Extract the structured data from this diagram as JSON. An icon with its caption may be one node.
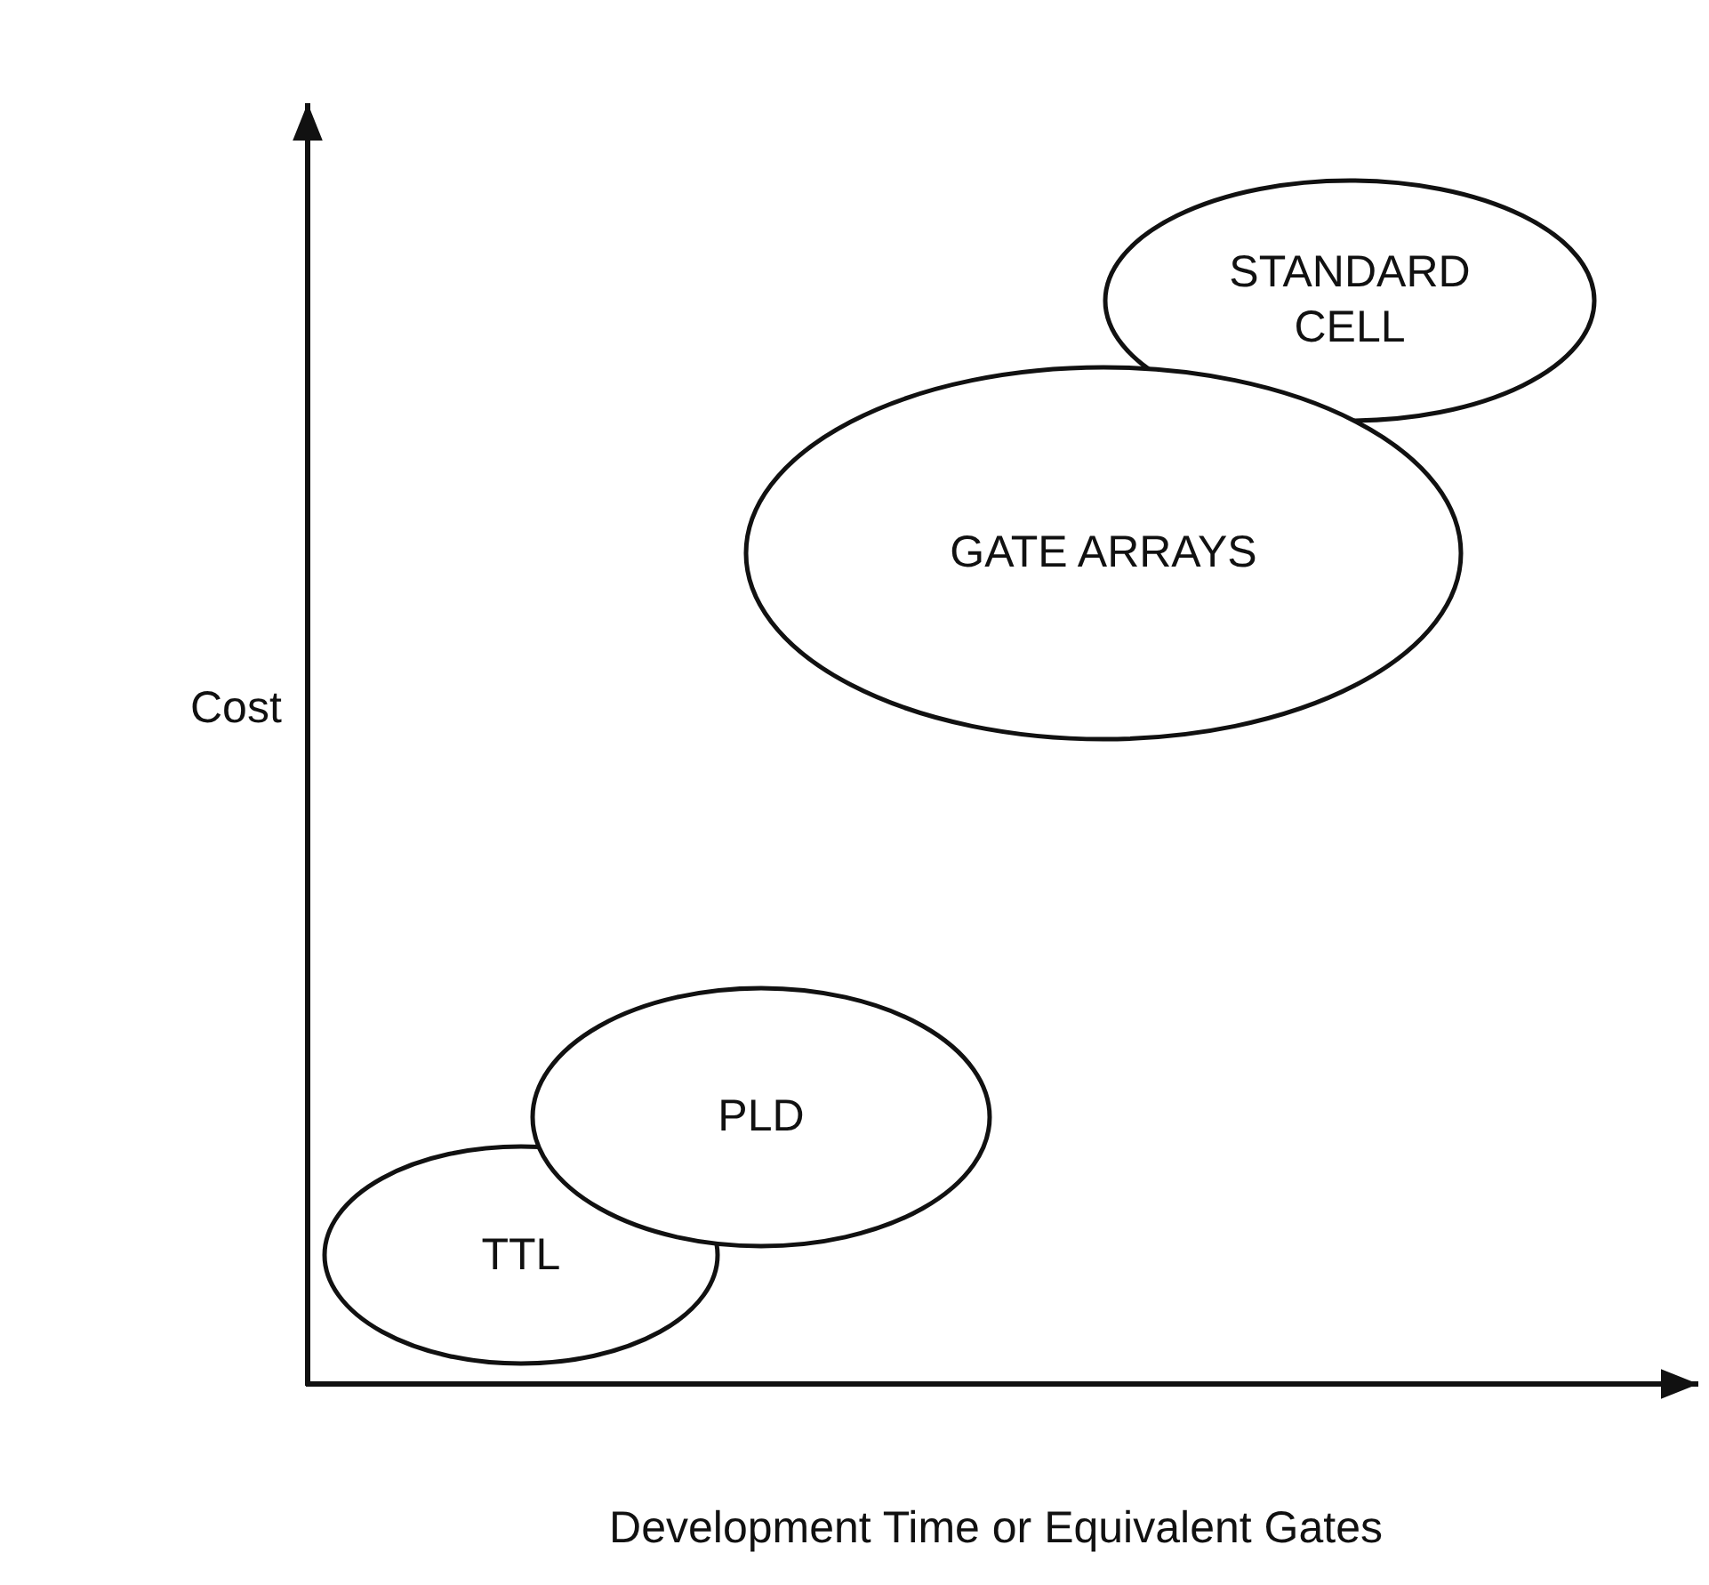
{
  "diagram": {
    "nodes": [
      {
        "text": [
          "STANDARD CELL"
        ]
      },
      {
        "text": [
          "GATE ARRAYS"
        ]
      },
      {
        "text": [
          "PLD"
        ]
      },
      {
        "text": [
          "TTL"
        ]
      }
    ],
    "labels": [
      "Cost",
      "Development Time or Equivalent Gates"
    ]
  }
}
